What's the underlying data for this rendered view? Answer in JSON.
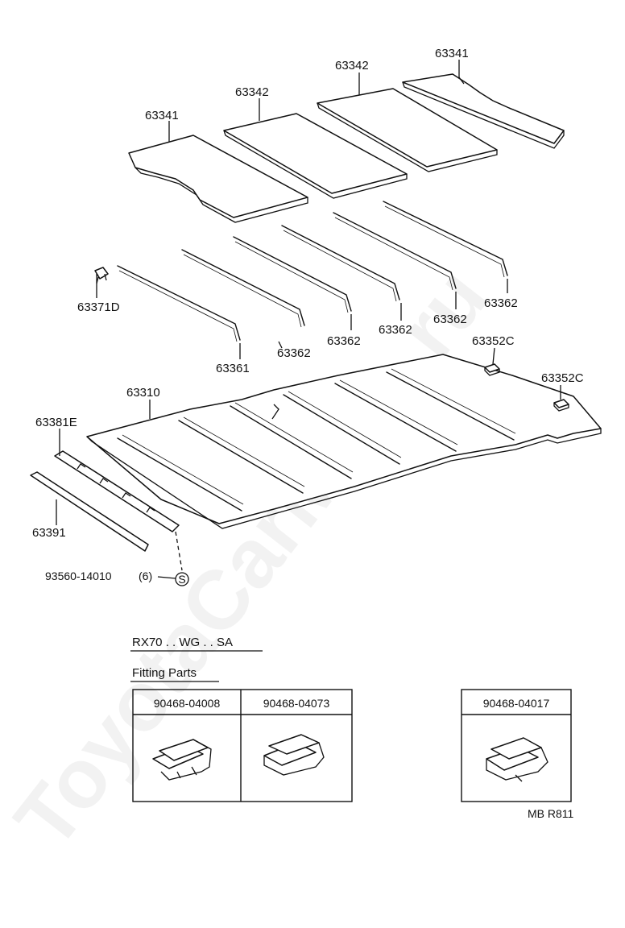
{
  "watermark": "ToyotaCarMine.ru",
  "labels": {
    "p63341_left": "63341",
    "p63342_left": "63342",
    "p63342_right": "63342",
    "p63341_right": "63341",
    "p63371d": "63371D",
    "p63361": "63361",
    "p63362_a": "63362",
    "p63362_b": "63362",
    "p63362_c": "63362",
    "p63362_d": "63362",
    "p63362_e": "63362",
    "p63352c_a": "63352C",
    "p63352c_b": "63352C",
    "p63310": "63310",
    "p63381e": "63381E",
    "p63391": "63391",
    "bolt_part": "93560-14010",
    "bolt_qty": "(6)",
    "bolt_symbol": "S"
  },
  "model_line": "RX70 . . WG . . SA",
  "fitting_title": "Fitting Parts",
  "fittings": [
    {
      "part_no": "90468-04008",
      "icon": "retainer-clip-icon"
    },
    {
      "part_no": "90468-04073",
      "icon": "spring-clip-icon"
    },
    {
      "part_no": "90468-04017",
      "icon": "bent-clip-icon"
    }
  ],
  "ref_code": "MB R811"
}
